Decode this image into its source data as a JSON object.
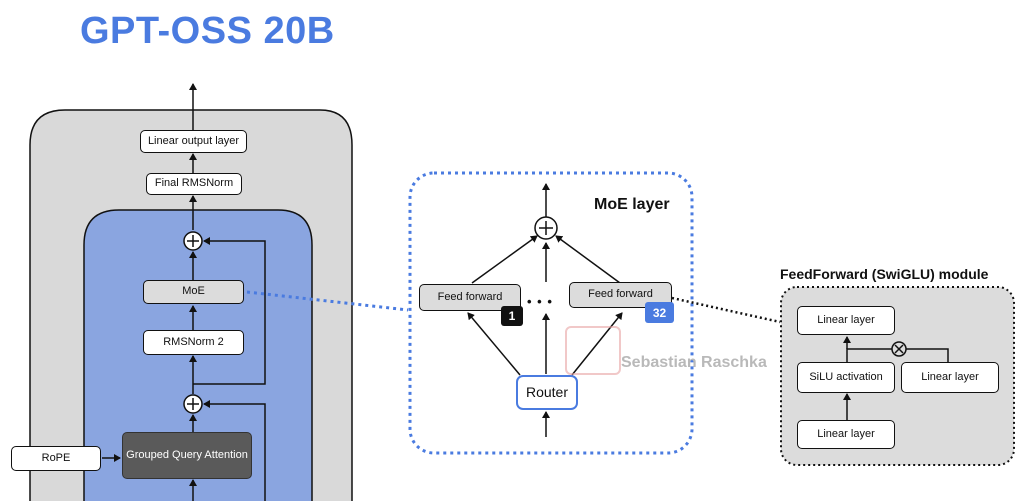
{
  "title": "GPT-OSS 20B",
  "model": {
    "linear_output": "Linear output layer",
    "final_norm": "Final RMSNorm",
    "moe": "MoE",
    "rmsnorm2": "RMSNorm 2",
    "gqa": "Grouped Query Attention",
    "rope": "RoPE"
  },
  "moe_panel": {
    "title": "MoE layer",
    "ff_left": "Feed forward",
    "ff_right": "Feed forward",
    "expert_first": "1",
    "expert_last": "32",
    "dots": "• • •",
    "router": "Router"
  },
  "ff_module": {
    "title": "FeedForward (SwiGLU) module",
    "linear_top": "Linear layer",
    "silu": "SiLU activation",
    "linear_right": "Linear layer",
    "linear_bottom": "Linear layer"
  },
  "watermark": "Sebastian Raschka",
  "colors": {
    "title_blue": "#4a7be0",
    "block_blue": "#8aa5e0",
    "outer_gray": "#d9d9d9",
    "badge_black": "#111111",
    "badge_blue": "#4a7be0",
    "dotted_blue": "#4a7be0"
  }
}
